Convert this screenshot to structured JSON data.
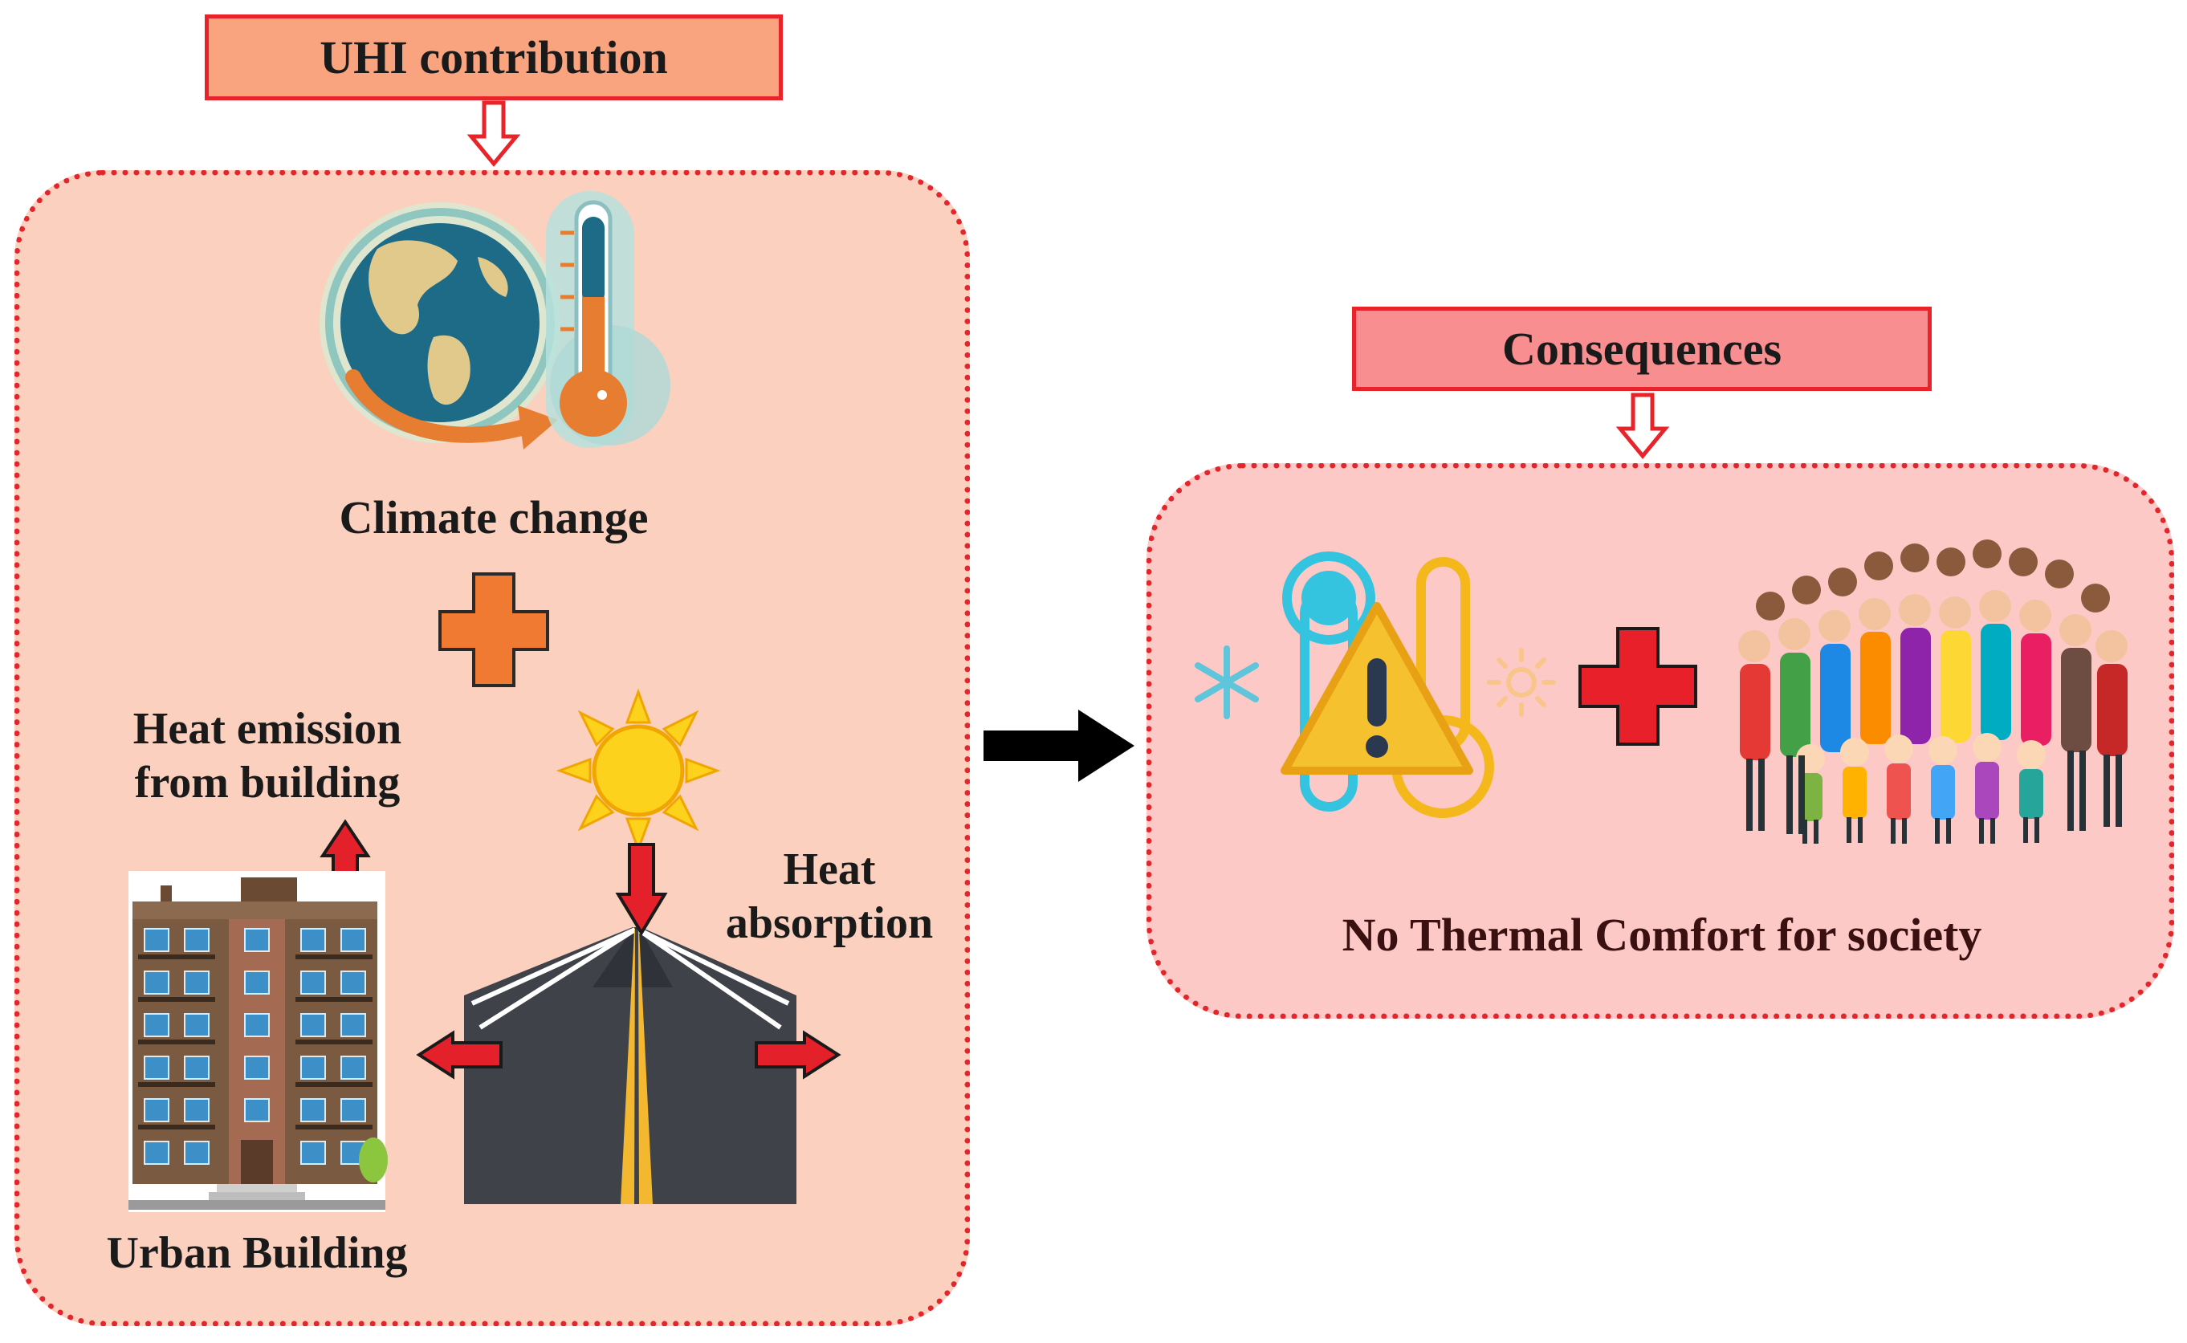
{
  "left_section": {
    "header": "UHI contribution",
    "climate_label": "Climate change",
    "emission_label_line1": "Heat emission",
    "emission_label_line2": "from building",
    "absorption_label_line1": "Heat",
    "absorption_label_line2": "absorption",
    "building_label": "Urban Building"
  },
  "right_section": {
    "header": "Consequences",
    "caption": "No Thermal Comfort for society"
  },
  "colors": {
    "uhi_header_fill": "#f9a47e",
    "consequences_header_fill": "#f88e90",
    "left_panel_fill": "#fbd0bf",
    "right_panel_fill": "#fcc9c7",
    "border_red": "#e3262c",
    "plus_orange": "#f07a32",
    "plus_red": "#e8202a",
    "arrow_black": "#000000"
  },
  "icons": [
    "earth-icon",
    "thermometer-icon",
    "plus-icon",
    "sun-icon",
    "road-icon",
    "building-icon",
    "warning-icon",
    "snowflake-icon",
    "crowd-icon"
  ]
}
